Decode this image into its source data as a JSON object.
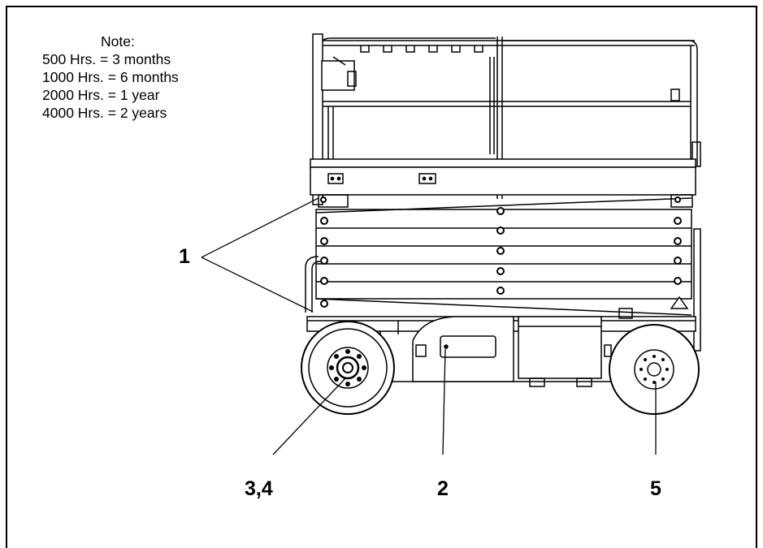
{
  "note": {
    "title": "Note:",
    "lines": [
      "500 Hrs. = 3 months",
      "1000 Hrs. = 6 months",
      "2000 Hrs. = 1 year",
      "4000 Hrs. = 2 years"
    ]
  },
  "callouts": {
    "c1": "1",
    "c2": "2",
    "c34": "3,4",
    "c5": "5"
  }
}
